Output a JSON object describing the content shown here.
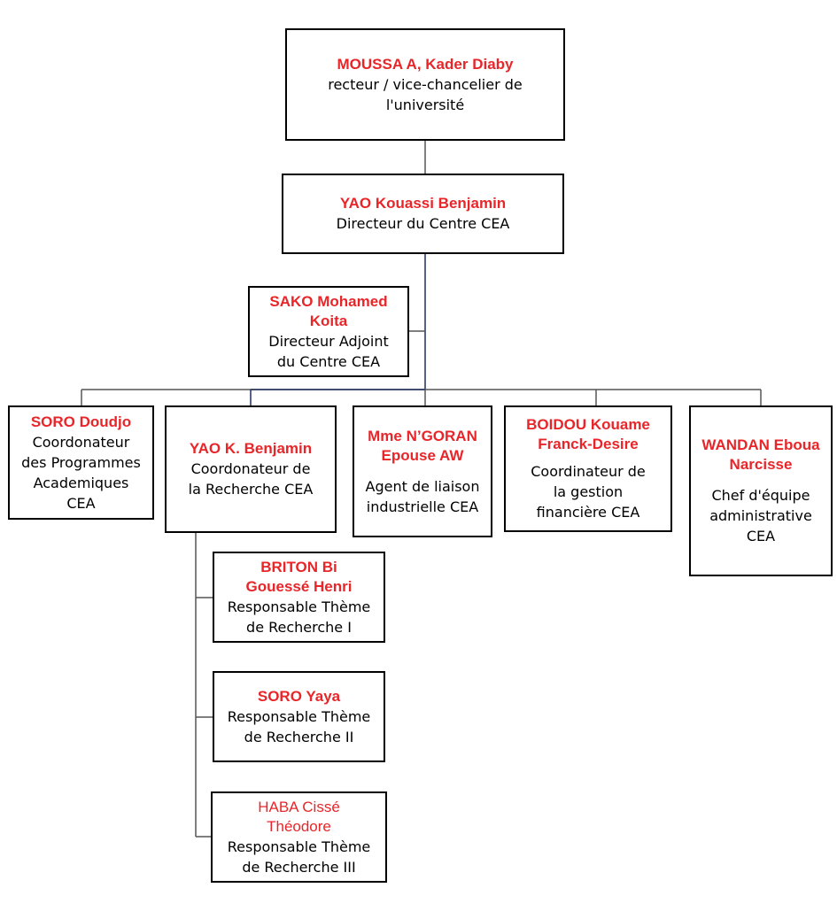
{
  "colors": {
    "name": "#e8262a",
    "role": "#000000",
    "line": "#555555",
    "line_blue": "#1f2d5a"
  },
  "nodes": {
    "rector": {
      "name": "MOUSSA A, Kader Diaby",
      "role": [
        "recteur / vice-chancelier de",
        "l'université"
      ]
    },
    "director": {
      "name": "YAO Kouassi Benjamin",
      "role": [
        "Directeur du Centre CEA"
      ]
    },
    "deputy": {
      "name": [
        "SAKO Mohamed",
        "Koita"
      ],
      "role": [
        "Directeur Adjoint",
        "du Centre CEA"
      ]
    },
    "soro_doudjo": {
      "name": "SORO Doudjo",
      "role": [
        "Coordonateur",
        "des Programmes",
        "Academiques",
        "CEA"
      ]
    },
    "yao_k": {
      "name": "YAO K. Benjamin",
      "role": [
        "Coordonateur de",
        "la Recherche CEA"
      ]
    },
    "ngoran": {
      "name": [
        "Mme N’GORAN",
        "Epouse AW"
      ],
      "role": [
        "Agent de liaison",
        "industrielle CEA"
      ]
    },
    "boidou": {
      "name": [
        "BOIDOU Kouame",
        "Franck-Desire"
      ],
      "role": [
        "Coordinateur de",
        "la gestion",
        "financière CEA"
      ]
    },
    "wandan": {
      "name": [
        "WANDAN Eboua",
        "Narcisse"
      ],
      "role": [
        "Chef d'équipe",
        "administrative",
        "CEA"
      ]
    },
    "briton": {
      "name": [
        "BRITON Bi",
        "Gouessé Henri"
      ],
      "role": [
        "Responsable Thème",
        "de Recherche I"
      ]
    },
    "soro_yaya": {
      "name": "SORO Yaya",
      "role": [
        "Responsable Thème",
        "de Recherche II"
      ]
    },
    "haba": {
      "name": [
        "HABA Cissé",
        "Théodore"
      ],
      "role": [
        "Responsable Thème",
        "de Recherche III"
      ]
    }
  }
}
